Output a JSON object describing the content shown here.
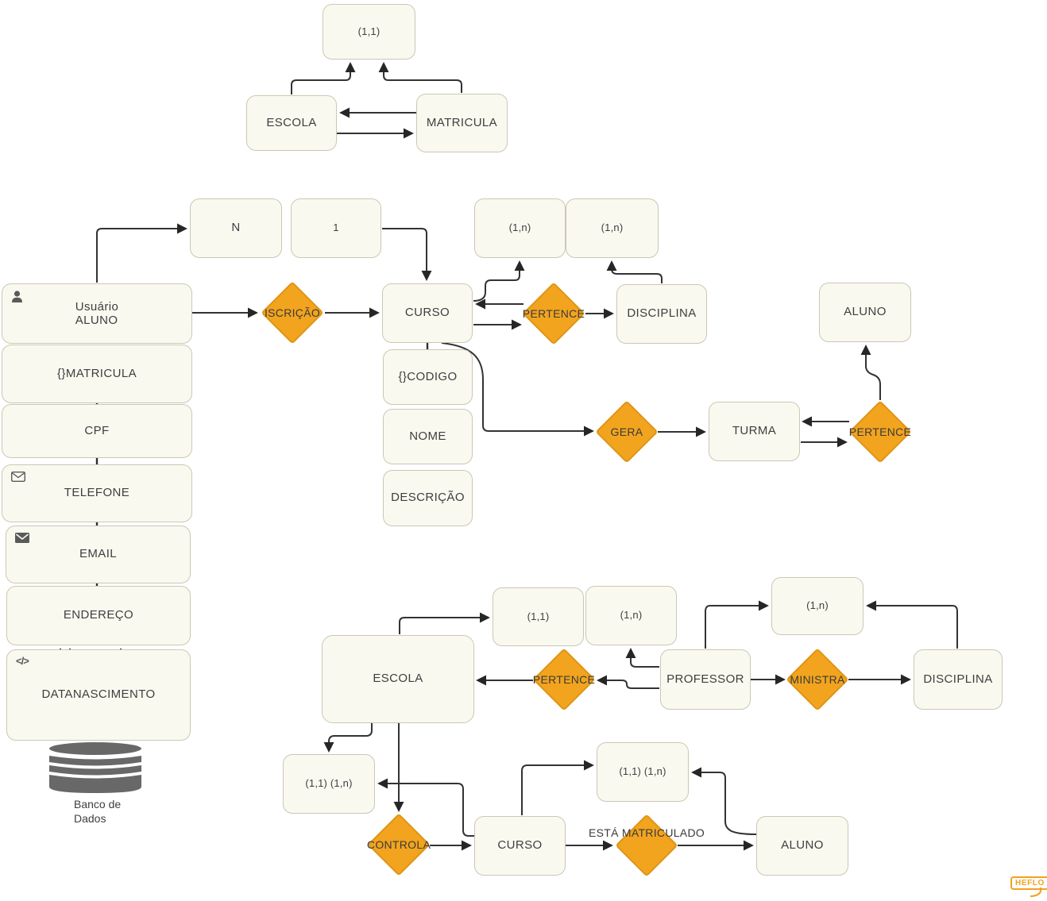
{
  "brand": {
    "logo": "HEFLO"
  },
  "colors": {
    "node_fill": "#faf9f0",
    "node_border": "#cbc7b5",
    "diamond_fill": "#f2a41e",
    "diamond_border": "#df9517",
    "line": "#333333",
    "text": "#3e3e3e",
    "icon_gray": "#5a5a5a",
    "database_gray": "#686868",
    "brand_orange": "#f0a31e"
  },
  "nodes": {
    "top_card": "(1,1)",
    "top_escola": "ESCOLA",
    "top_matricula": "MATRICULA",
    "card_n": "N",
    "card_1": "1",
    "card_1n_a": "(1,n)",
    "card_1n_b": "(1,n)",
    "aluno_subtitle": "Usuário",
    "aluno": "ALUNO",
    "attr_matricula": "{}MATRICULA",
    "attr_cpf": "CPF",
    "attr_telefone": "TELEFONE",
    "attr_email": "EMAIL",
    "attr_endereco": "ENDEREÇO",
    "attr_datanascimento": "DATANASCIMENTO",
    "curso": "CURSO",
    "attr_codigo": "{}CODIGO",
    "attr_nome": "NOME",
    "attr_descricao": "DESCRIÇÃO",
    "disciplina_mid": "DISCIPLINA",
    "aluno_right": "ALUNO",
    "turma": "TURMA",
    "b_card_11": "(1,1)",
    "b_card_1n_left": "(1,n)",
    "b_card_1n_top": "(1,n)",
    "escola_bottom": "ESCOLA",
    "professor": "PROFESSOR",
    "disciplina_bottom": "DISCIPLINA",
    "b_card_pair_left": "(1,1) (1,n)",
    "curso_bottom": "CURSO",
    "b_card_pair_right": "(1,1) (1,n)",
    "aluno_bottom": "ALUNO"
  },
  "relationships": {
    "iscricao": "ISCRIÇÃO",
    "pertence_mid": "PERTENCE",
    "gera": "GERA",
    "pertence_turma": "PERTENCE",
    "pertence_escola": "PERTENCE",
    "ministra": "MINISTRA",
    "controla": "CONTROLA",
    "esta_matriculado": "ESTÁ MATRICULADO"
  },
  "database": {
    "line1": "Banco de",
    "line2": "Dados"
  }
}
